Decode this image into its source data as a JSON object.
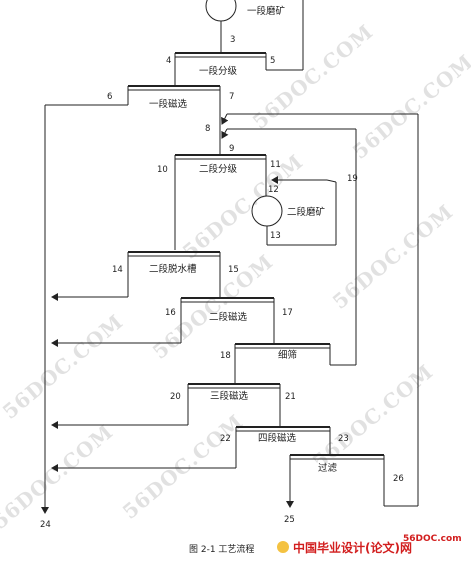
{
  "diagram": {
    "units": {
      "grinding_1": "一段磨矿",
      "classify_1": "一段分级",
      "magsep_1": "一段磁选",
      "classify_2": "二段分级",
      "grinding_2": "二段磨矿",
      "dewater_2": "二段脱水槽",
      "magsep_2": "二段磁选",
      "screen": "细筛",
      "magsep_3": "三段磁选",
      "magsep_4": "四段磁选",
      "filter": "过滤"
    },
    "streams": [
      "3",
      "4",
      "5",
      "6",
      "7",
      "8",
      "9",
      "10",
      "11",
      "12",
      "13",
      "14",
      "15",
      "16",
      "17",
      "18",
      "19",
      "20",
      "21",
      "22",
      "23",
      "24",
      "25",
      "26"
    ],
    "caption": "图 2-1  工艺流程"
  },
  "watermark": "56DOC.COM",
  "logo": {
    "domain": "56DOC.com",
    "brand": "中国毕业设计(论文)网"
  },
  "colors": {
    "line": "#222222",
    "watermark": "#bdbdbd",
    "logo": "#d21e1e"
  }
}
